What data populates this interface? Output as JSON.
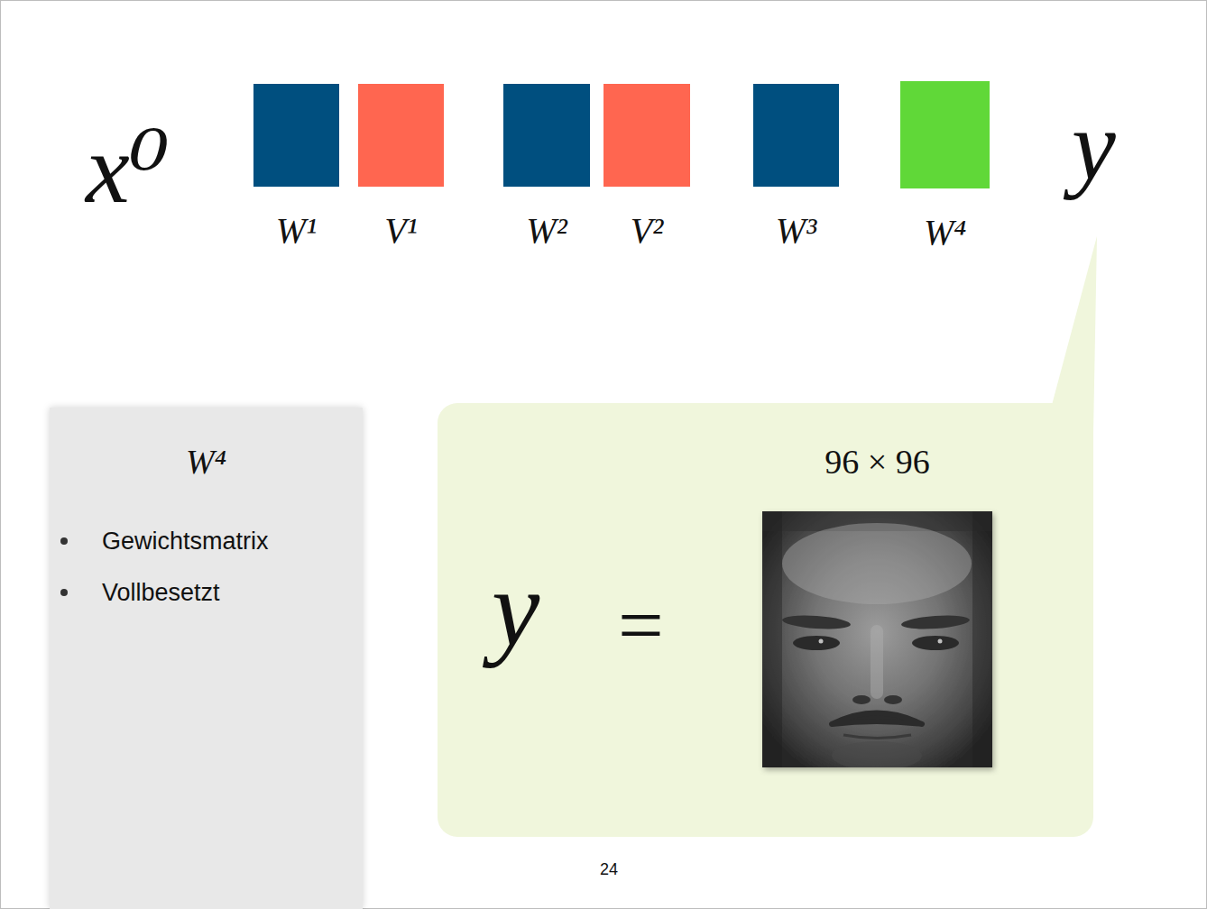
{
  "diagram": {
    "nodes": [
      {
        "text": [
          "W¹"
        ]
      },
      {
        "text": [
          "V¹"
        ]
      },
      {
        "text": [
          "W²"
        ]
      },
      {
        "text": [
          "V²"
        ]
      },
      {
        "text": [
          "W³"
        ]
      },
      {
        "text": [
          "W⁴"
        ]
      },
      {
        "text": [
          "W⁴",
          "Gewichtsmatrix",
          "Vollbesetzt"
        ]
      },
      {
        "text": [
          "96 × 96",
          "y",
          "="
        ]
      }
    ],
    "labels": [
      "x⁰",
      "y",
      "24"
    ]
  }
}
